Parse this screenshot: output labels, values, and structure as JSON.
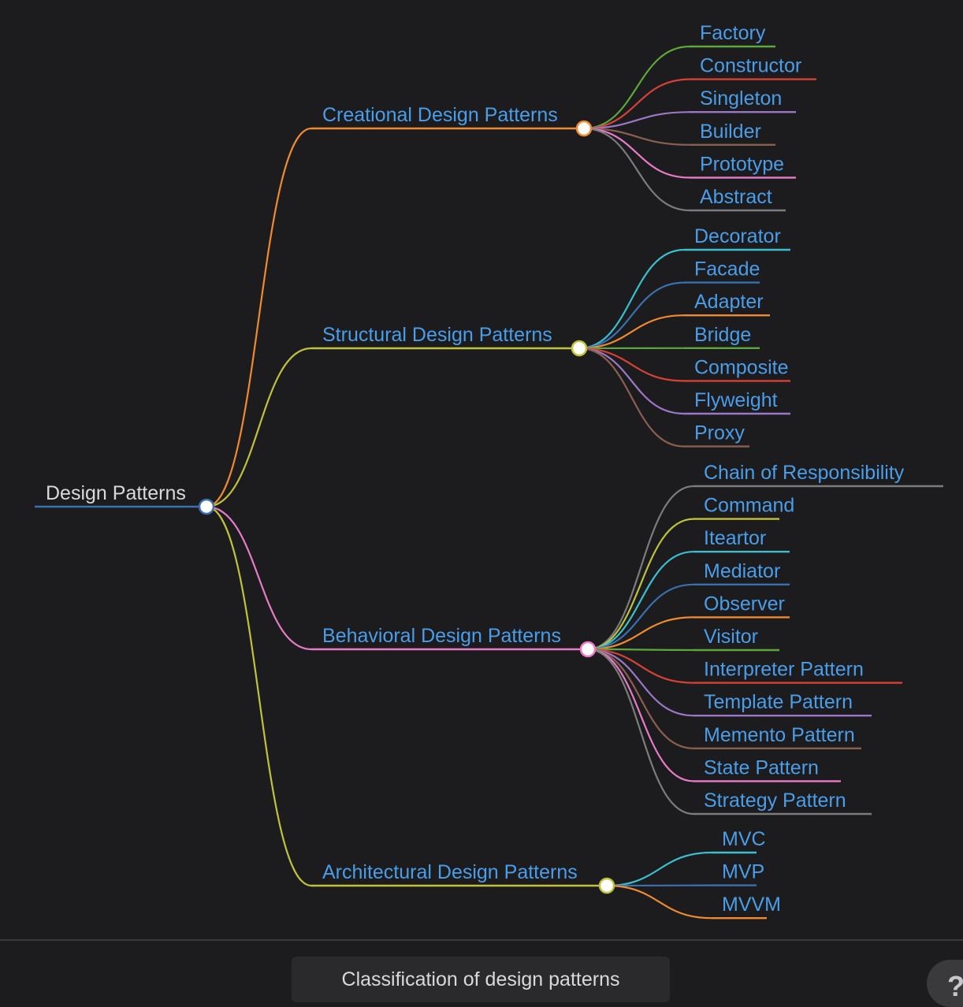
{
  "mindmap": {
    "root": {
      "label": "Design Patterns",
      "color": "#3a6fb0",
      "children": [
        {
          "label": "Creational Design Patterns",
          "color": "#f08a30",
          "children": [
            {
              "label": "Factory",
              "color": "#5ca83a"
            },
            {
              "label": "Constructor",
              "color": "#d44237"
            },
            {
              "label": "Singleton",
              "color": "#9a78c7"
            },
            {
              "label": "Builder",
              "color": "#8a5f50"
            },
            {
              "label": "Prototype",
              "color": "#e87bc6"
            },
            {
              "label": "Abstract",
              "color": "#7c7c7c"
            }
          ]
        },
        {
          "label": "Structural Design Patterns",
          "color": "#bfc23a",
          "children": [
            {
              "label": "Decorator",
              "color": "#3bbfcf"
            },
            {
              "label": "Facade",
              "color": "#3a6fb0"
            },
            {
              "label": "Adapter",
              "color": "#f08a30"
            },
            {
              "label": "Bridge",
              "color": "#5ca83a"
            },
            {
              "label": "Composite",
              "color": "#d44237"
            },
            {
              "label": "Flyweight",
              "color": "#9a78c7"
            },
            {
              "label": "Proxy",
              "color": "#8a5f50"
            }
          ]
        },
        {
          "label": "Behavioral Design Patterns",
          "color": "#e87bc6",
          "children": [
            {
              "label": "Chain of Responsibility",
              "color": "#7c7c7c"
            },
            {
              "label": "Command",
              "color": "#bfc23a"
            },
            {
              "label": "Iteartor",
              "color": "#3bbfcf"
            },
            {
              "label": "Mediator",
              "color": "#3a6fb0"
            },
            {
              "label": "Observer",
              "color": "#f08a30"
            },
            {
              "label": "Visitor",
              "color": "#5ca83a"
            },
            {
              "label": "Interpreter Pattern",
              "color": "#d44237"
            },
            {
              "label": "Template Pattern",
              "color": "#9a78c7"
            },
            {
              "label": "Memento Pattern",
              "color": "#8a5f50"
            },
            {
              "label": "State Pattern",
              "color": "#e87bc6"
            },
            {
              "label": "Strategy Pattern",
              "color": "#7c7c7c"
            }
          ]
        },
        {
          "label": "Architectural Design Patterns",
          "color": "#bfc23a",
          "children": [
            {
              "label": "MVC",
              "color": "#3bbfcf"
            },
            {
              "label": "MVP",
              "color": "#3a6fb0"
            },
            {
              "label": "MVVM",
              "color": "#f08a30"
            }
          ]
        }
      ]
    }
  },
  "colors": {
    "background": "#1c1c1e",
    "label_text": "#4a9de8",
    "root_text": "#d9d9dc",
    "node_fill": "#ffffff"
  },
  "caption": {
    "text": "Classification of design patterns"
  },
  "help": {
    "icon": "question-mark-icon",
    "glyph": "?"
  }
}
